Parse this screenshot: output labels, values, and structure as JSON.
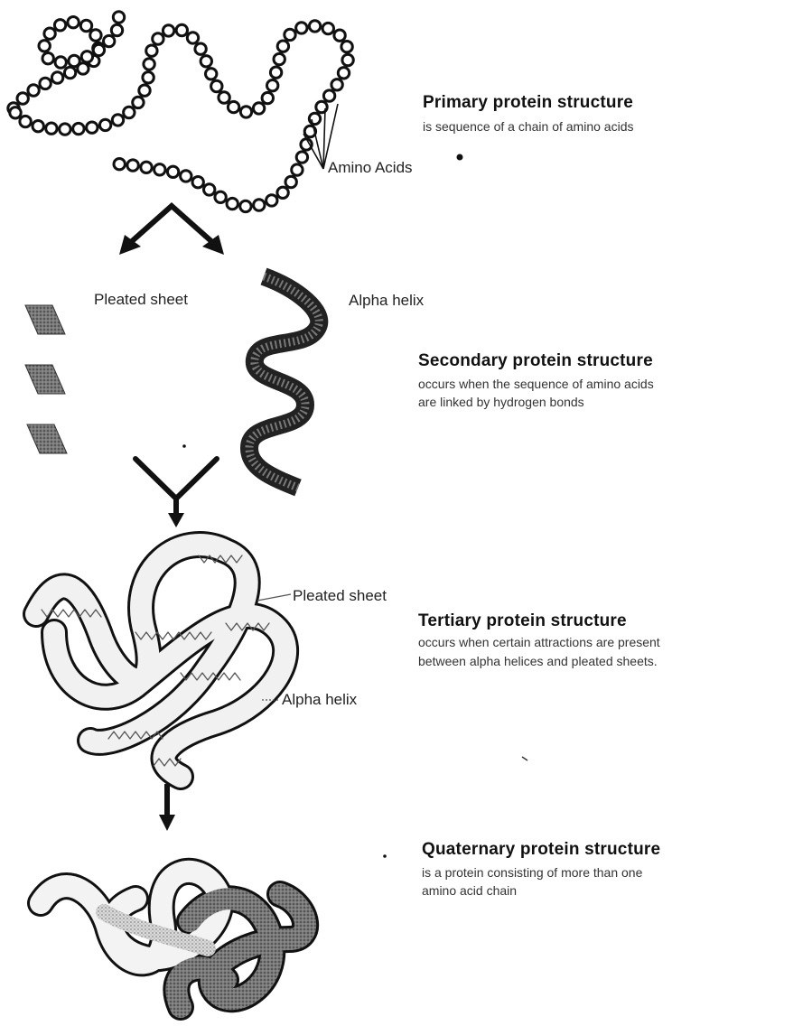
{
  "primary": {
    "heading": "Primary protein structure",
    "description": "is sequence of a chain of amino acids",
    "callout": "Amino Acids"
  },
  "secondary": {
    "heading": "Secondary protein structure",
    "description_line1": "occurs when the sequence of amino acids",
    "description_line2": "are linked by hydrogen bonds",
    "label_sheet": "Pleated sheet",
    "label_helix": "Alpha helix"
  },
  "tertiary": {
    "heading": "Tertiary protein structure",
    "description_line1": "occurs when certain attractions are present",
    "description_line2": "between alpha helices and pleated sheets.",
    "label_sheet": "Pleated sheet",
    "label_helix": "Alpha helix"
  },
  "quaternary": {
    "heading": "Quaternary protein structure",
    "description_line1": "is a protein consisting of more than one",
    "description_line2": "amino acid chain"
  },
  "colors": {
    "ink": "#111111",
    "dark_fill": "#3a3a3a",
    "mid_fill": "#8a8a8a",
    "light_fill": "#e6e6e6"
  }
}
